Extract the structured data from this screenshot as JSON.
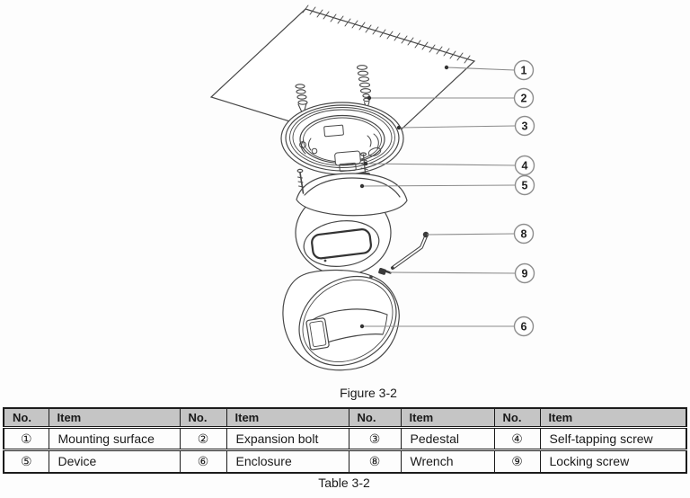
{
  "figure": {
    "caption": "Figure 3-2",
    "callouts": [
      "1",
      "2",
      "3",
      "4",
      "5",
      "8",
      "9",
      "6"
    ]
  },
  "table": {
    "caption": "Table 3-2",
    "header": [
      "No.",
      "Item",
      "No.",
      "Item",
      "No.",
      "Item",
      "No.",
      "Item"
    ],
    "rows": [
      [
        "①",
        "Mounting surface",
        "②",
        "Expansion bolt",
        "③",
        "Pedestal",
        "④",
        "Self-tapping screw"
      ],
      [
        "⑤",
        "Device",
        "⑥",
        "Enclosure",
        "⑧",
        "Wrench",
        "⑨",
        "Locking screw"
      ]
    ]
  },
  "colors": {
    "line": "#484848",
    "leader": "#8a8a8a",
    "header_bg": "#c5c5c5",
    "text": "#1a1a1a",
    "page_bg": "#fdfdfd"
  }
}
